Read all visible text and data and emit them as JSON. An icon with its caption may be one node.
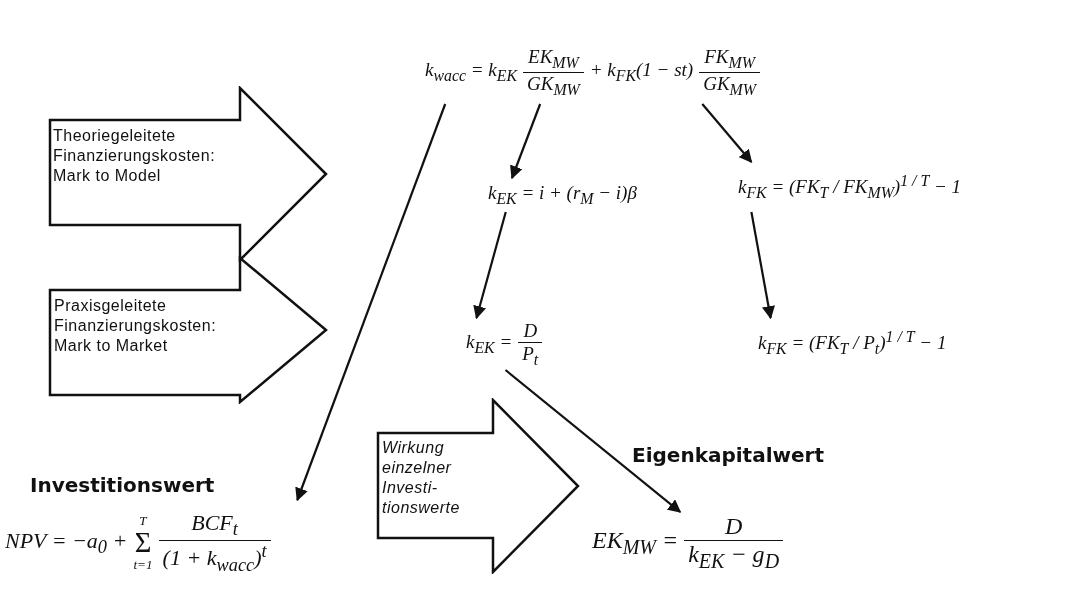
{
  "diagram": {
    "nodes": [
      {
        "text": [
          "Theoriegeleitete Finanzierungskosten: Mark to Model"
        ]
      },
      {
        "text": [
          "Praxisgeleitete Finanzierungskosten: Mark to Market"
        ]
      },
      {
        "text": [
          "k$_{wacc}$ = k$_{EK}$",
          "EK$_{MW}$",
          "GK$_{MW}$",
          "+ k$_{FK}$(1 − st)",
          "FK$_{MW}$",
          "GK$_{MW}$"
        ]
      },
      {
        "text": [
          "k$_{EK}$ = i + (r$_{M}$ − i)β"
        ]
      },
      {
        "text": [
          "k$_{FK}$ = (FK$_{T}$ / FK$_{MW}$)$^{1 / T}$ − 1"
        ]
      },
      {
        "text": [
          "k$_{EK}$ =",
          "D",
          "P$_{t}$"
        ]
      },
      {
        "text": [
          "k$_{FK}$ = (FK$_{T}$ / P$_{t}$)$^{1 / T}$ − 1"
        ]
      },
      {
        "text": [
          "NPV = −a$_{0}$ +",
          "T",
          "Σ",
          "t=1",
          "BCF$_{t}$",
          "(1 + k$_{wacc}$)$^{t}$"
        ]
      },
      {
        "text": [
          "Wirkung einzelner Investi- tionswerte"
        ]
      },
      {
        "text": [
          "EK$_{MW}$ =",
          "D",
          "k$_{EK}$ − g$_{D}$"
        ]
      }
    ],
    "edges": [
      {
        "from": 2,
        "to": 7,
        "arrow": "to"
      },
      {
        "from": 2,
        "to": 3,
        "arrow": "to"
      },
      {
        "from": 2,
        "to": 4,
        "arrow": "to"
      },
      {
        "from": 3,
        "to": 5,
        "arrow": "to"
      },
      {
        "from": 4,
        "to": 6,
        "arrow": "to"
      },
      {
        "from": 5,
        "to": 9,
        "arrow": "to"
      }
    ],
    "labels": [
      "Investitionswert",
      "Eigenkapitalwert"
    ]
  }
}
